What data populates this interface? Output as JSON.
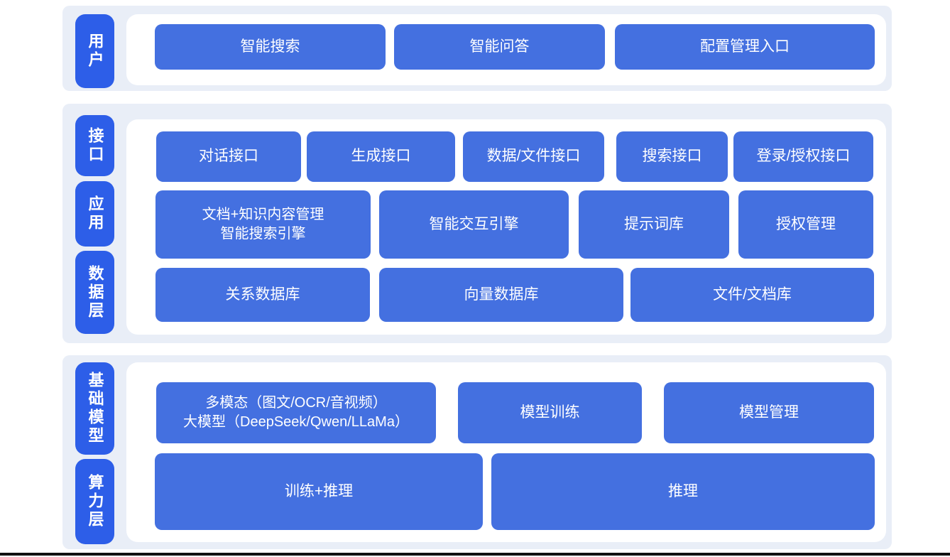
{
  "diagram": {
    "colors": {
      "section_bg": "#e9eef7",
      "panel_bg": "#ffffff",
      "layer_label_bg": "#2d5ee8",
      "box_bg": "#4470e0",
      "box_text": "#ffffff",
      "bottom_line": "#111111"
    },
    "layers": [
      {
        "name": "用户",
        "items": [
          "智能搜索",
          "智能问答",
          "配置管理入口"
        ]
      },
      {
        "name": "接口",
        "items": [
          "对话接口",
          "生成接口",
          "数据/文件接口",
          "搜索接口",
          "登录/授权接口"
        ]
      },
      {
        "name": "应用",
        "items": [
          "文档+知识内容管理\n智能搜索引擎",
          "智能交互引擎",
          "提示词库",
          "授权管理"
        ]
      },
      {
        "name": "数据层",
        "items": [
          "关系数据库",
          "向量数据库",
          "文件/文档库"
        ]
      },
      {
        "name": "基础模型",
        "items": [
          "多模态（图文/OCR/音视频）\n大模型（DeepSeek/Qwen/LLaMa）",
          "模型训练",
          "模型管理"
        ]
      },
      {
        "name": "算力层",
        "items": [
          "训练+推理",
          "推理"
        ]
      }
    ]
  }
}
